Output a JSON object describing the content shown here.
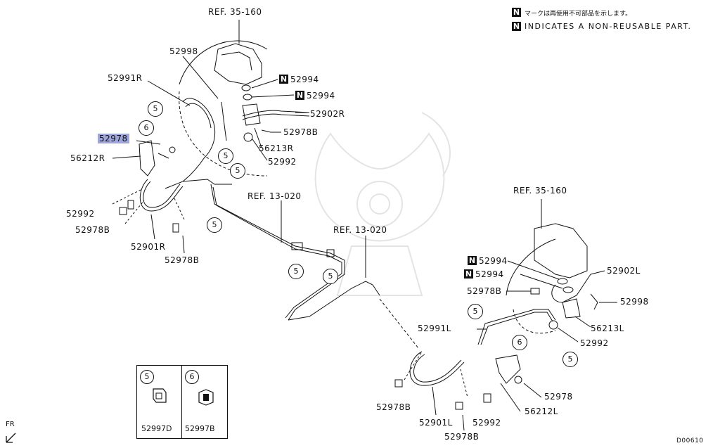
{
  "notes": {
    "jp": "マークは再使用不可部品を示します。",
    "en": "INDICATES A NON-REUSABLE PART.",
    "badge": "N"
  },
  "refs": {
    "ref_35_160_top": "REF. 35-160",
    "ref_35_160_right": "REF. 35-160",
    "ref_13_020_a": "REF. 13-020",
    "ref_13_020_b": "REF. 13-020"
  },
  "right_side_parts": {
    "p52998": "52998",
    "p52991R": "52991R",
    "p52994_a": "52994",
    "p52994_b": "52994",
    "p52902R": "52902R",
    "p52978B_a": "52978B",
    "p52978": "52978",
    "p56213R": "56213R",
    "p56212R": "56212R",
    "p52992_a": "52992",
    "p52992_b": "52992",
    "p52978B_b": "52978B",
    "p52901R": "52901R",
    "p52978B_c": "52978B"
  },
  "left_side_parts": {
    "p52994_c": "52994",
    "p52994_d": "52994",
    "p52902L": "52902L",
    "p52978B_d": "52978B",
    "p52998": "52998",
    "p56213L": "56213L",
    "p52991L": "52991L",
    "p52992_c": "52992",
    "p52978_b": "52978",
    "p56212L": "56212L",
    "p52978B_e": "52978B",
    "p52901L": "52901L",
    "p52992_d": "52992",
    "p52978B_f": "52978B"
  },
  "callouts": {
    "c5": "5",
    "c6": "6"
  },
  "legend": {
    "left_num": "5",
    "right_num": "6",
    "left_part": "52997D",
    "right_part": "52997B"
  },
  "footer": {
    "fr": "FR",
    "code": "D00610"
  },
  "colors": {
    "highlight": "#9ea6dc",
    "ink": "#111111",
    "watermark": "#e6e6e6"
  }
}
